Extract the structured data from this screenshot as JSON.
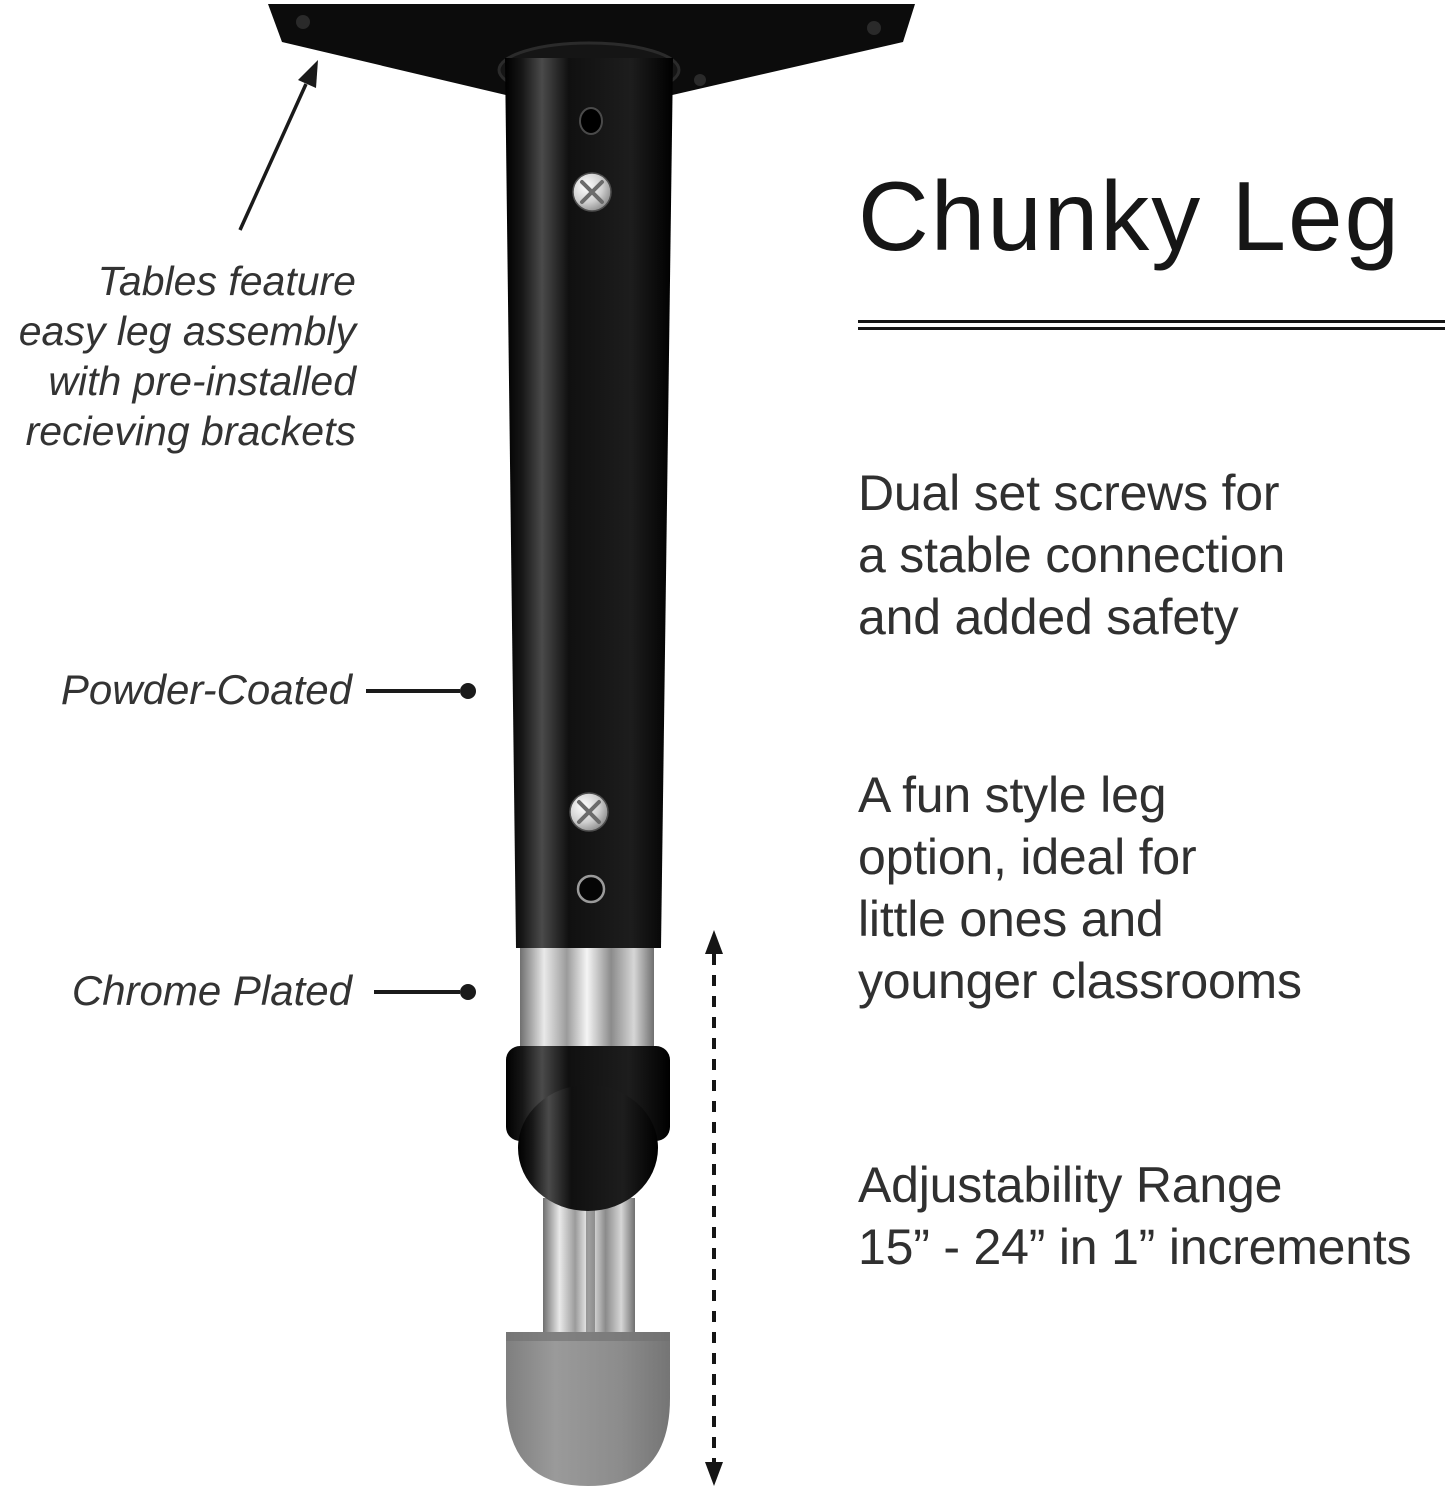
{
  "title": "Chunky Leg",
  "annotations": {
    "assembly_note": "Tables feature\neasy leg assembly\nwith pre-installed\nrecieving brackets",
    "powder_coated_label": "Powder-Coated",
    "chrome_plated_label": "Chrome Plated"
  },
  "features": [
    {
      "text": "Dual set screws for\na stable connection\nand added safety"
    },
    {
      "text": "A fun style leg\noption, ideal for\nlittle ones and\nyounger classrooms"
    },
    {
      "text": "Adjustability Range\n15” - 24” in 1” increments"
    }
  ],
  "colors": {
    "background": "#ffffff",
    "text": "#2d2d2d",
    "leg_black": "#121212",
    "chrome_silver": "#c8c8c8",
    "foot_gray": "#8e8e8e"
  }
}
